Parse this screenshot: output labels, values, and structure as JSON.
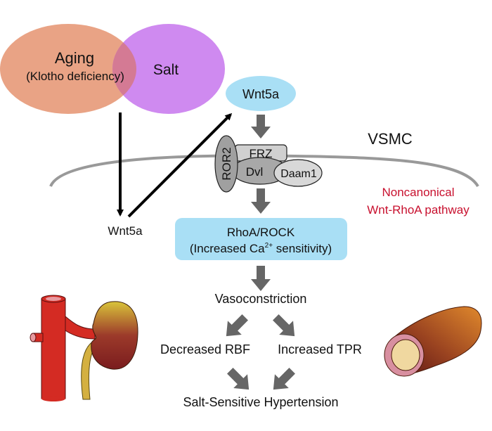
{
  "diagram": {
    "nodes": {
      "aging": {
        "title": "Aging",
        "subtitle": "(Klotho deficiency)",
        "color": "#e9a385"
      },
      "salt": {
        "title": "Salt",
        "color": "#cf8af0"
      },
      "overlap_color": "#d47a94",
      "wnt5a_circulating": {
        "label": "Wnt5a"
      },
      "wnt5a_bound": {
        "label": "Wnt5a",
        "color": "#a9dff5"
      },
      "cell_label": "VSMC",
      "receptor_ror2": {
        "label": "ROR2",
        "color": "#a0a0a0"
      },
      "receptor_frz": {
        "label": "FRZ",
        "color": "#d0d0d0"
      },
      "dvl": {
        "label": "Dvl",
        "color": "#a8a8a8"
      },
      "daam1": {
        "label": "Daam1",
        "color": "#d8d8d8"
      },
      "pathway_label_line1": "Noncanonical",
      "pathway_label_line2": "Wnt-RhoA pathway",
      "pathway_color": "#c8102e",
      "rhoa_box": {
        "line1": "RhoA/ROCK",
        "line2_pre": "(Increased Ca",
        "line2_sup": "2+",
        "line2_post": " sensitivity)",
        "color": "#a9dff5"
      },
      "vasoconstriction": "Vasoconstriction",
      "decreased_rbf": "Decreased RBF",
      "increased_tpr": "Increased TPR",
      "outcome": "Salt-Sensitive Hypertension"
    },
    "icons": [
      "kidney-aorta-icon",
      "blood-vessel-icon"
    ],
    "arrow_color": "#666666"
  }
}
